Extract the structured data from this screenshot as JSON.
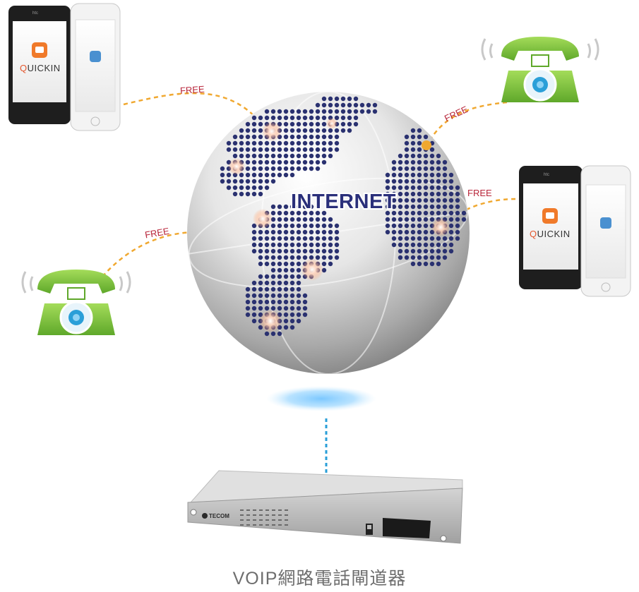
{
  "diagram": {
    "center_label": "INTERNET",
    "link_label": "FREE",
    "app_name_prefix": "Q",
    "app_name_rest": "UICKIN",
    "phone_brand": "htc",
    "device_brand": "TECOM",
    "caption": "VOIP網路電話閘道器",
    "colors": {
      "link_line": "#f0a830",
      "free_text": "#b8253a",
      "telephone_green": "#7cc242",
      "connection_line": "#2a9fd8",
      "globe_dots": "#2a3170",
      "app_icon_orange": "#f07a2a",
      "app_icon_blue": "#4a90d0"
    }
  }
}
